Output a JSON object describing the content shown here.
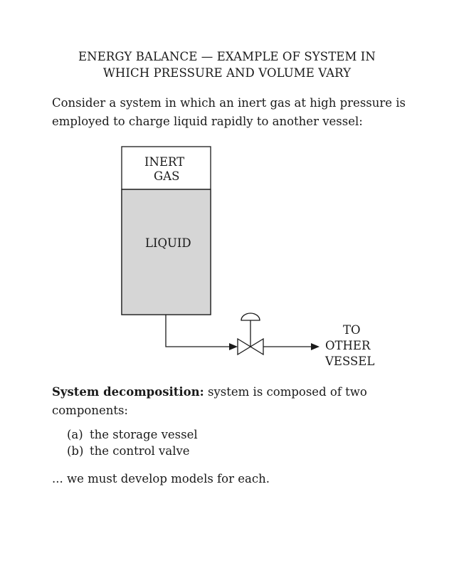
{
  "title": {
    "line1": "ENERGY BALANCE — EXAMPLE OF SYSTEM IN",
    "line2": "WHICH PRESSURE AND VOLUME VARY"
  },
  "intro": {
    "line1": "Consider a system in which an inert gas at high pressure is",
    "line2": "employed to charge liquid rapidly to another vessel:"
  },
  "diagram": {
    "gas_label_line1": "INERT",
    "gas_label_line2": "GAS",
    "liquid_label": "LIQUID",
    "destination_line1": "TO",
    "destination_line2": "OTHER",
    "destination_line3": "VESSEL",
    "liquid_fill_color": "#d6d6d6",
    "line_color": "#1a1a1a"
  },
  "decomposition": {
    "heading": "System decomposition:",
    "text_line1": " system is composed of two",
    "text_line2": "components:",
    "items": [
      {
        "marker": "(a)",
        "text": "the storage vessel"
      },
      {
        "marker": "(b)",
        "text": "the control valve"
      }
    ]
  },
  "closing": "... we must develop models for each."
}
